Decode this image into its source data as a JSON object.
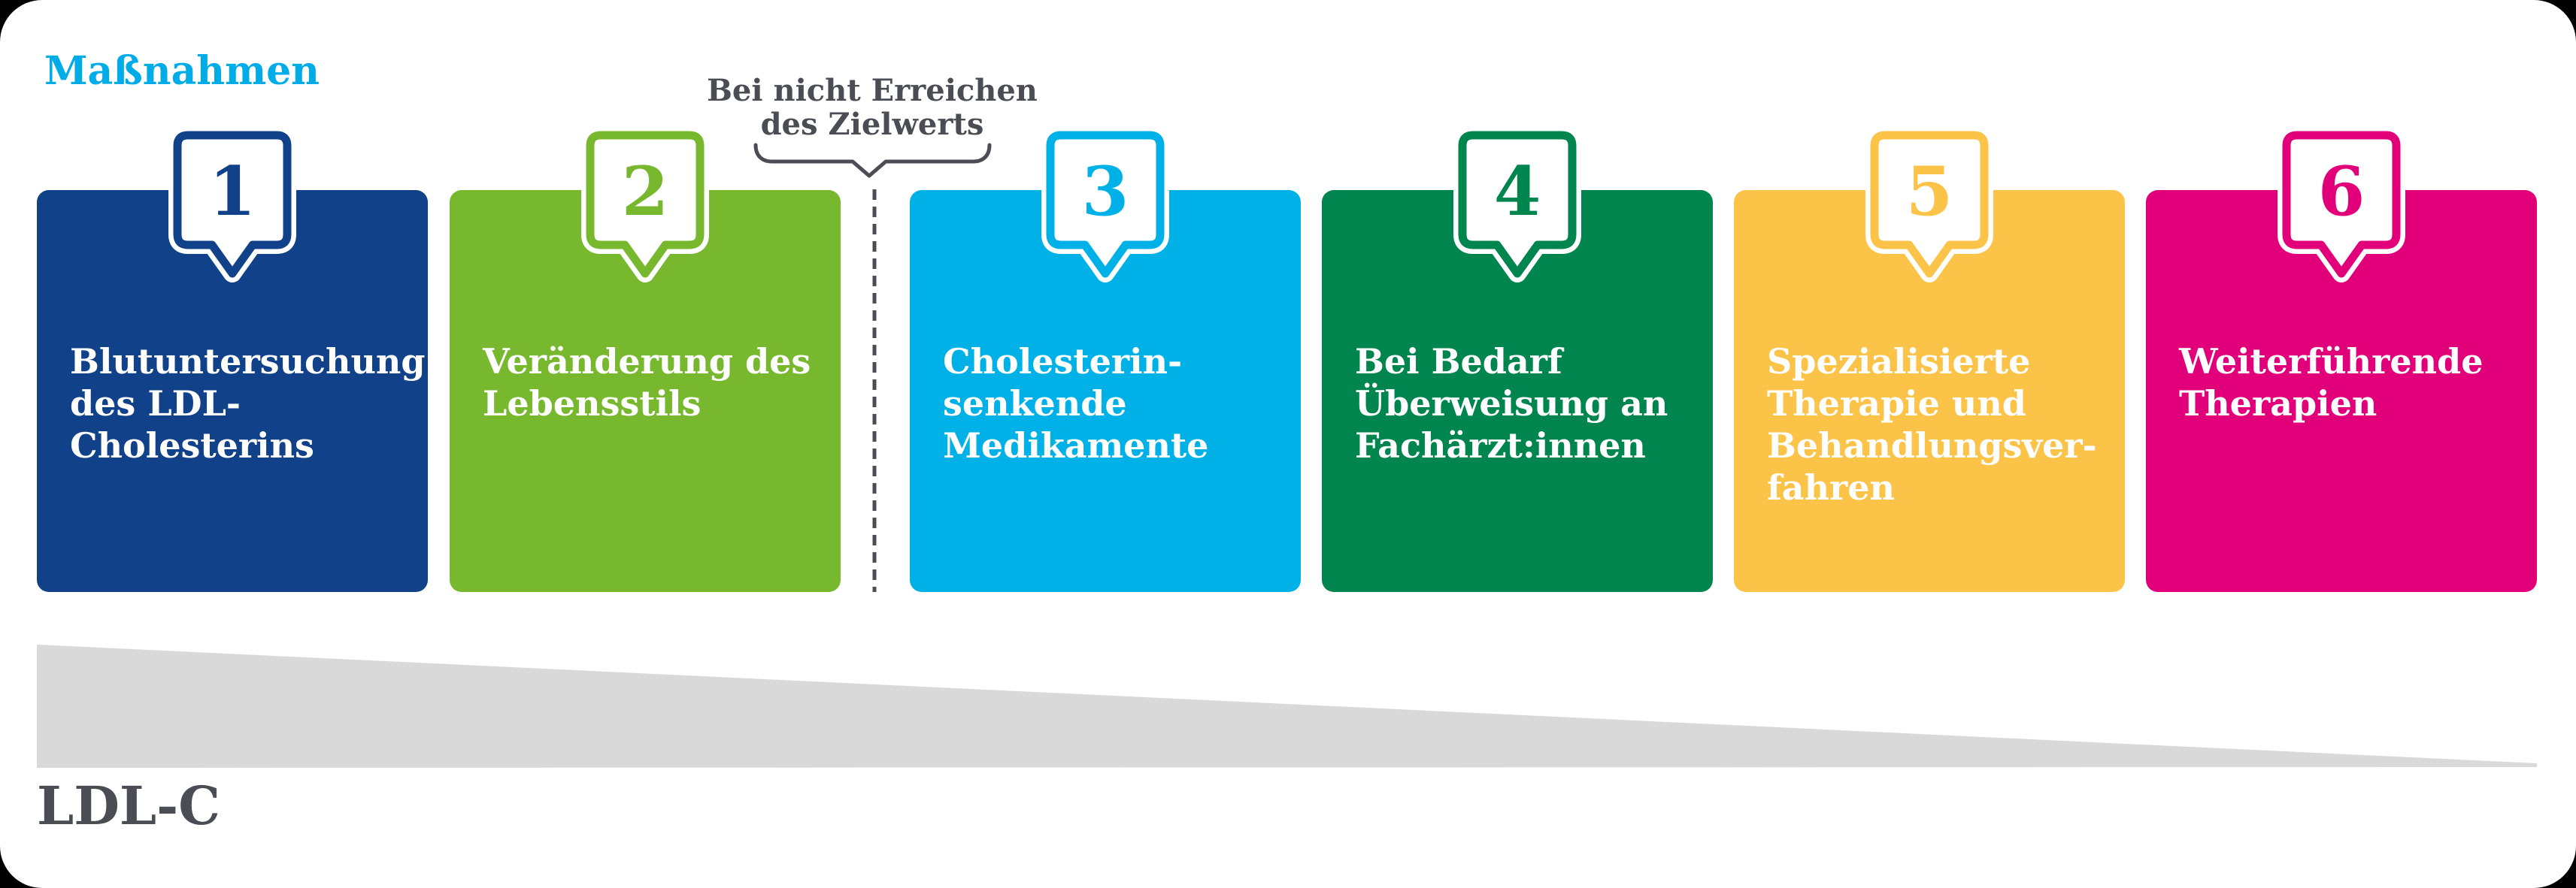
{
  "header": {
    "title": "Maßnahmen",
    "color": "#00ACE8"
  },
  "divider": {
    "label": "Bei nicht Erreichen\ndes Zielwerts",
    "color": "#4A4E54"
  },
  "steps": [
    {
      "number": "1",
      "label": "Blutuntersuchung\ndes LDL-\nCholesterins",
      "color": "#114189"
    },
    {
      "number": "2",
      "label": "Veränderung des\nLebensstils",
      "color": "#78B82F"
    },
    {
      "number": "3",
      "label": "Cholesterin-\nsenkende\nMedikamente",
      "color": "#00B1E7"
    },
    {
      "number": "4",
      "label": "Bei Bedarf\nÜberweisung an\nFachärzt:innen",
      "color": "#00854F"
    },
    {
      "number": "5",
      "label": "Spezialisierte\nTherapie und\nBehandlungsver-\nfahren",
      "color": "#FBC347"
    },
    {
      "number": "6",
      "label": "Weiterführende\nTherapien",
      "color": "#E2007A"
    }
  ],
  "axis": {
    "label": "LDL-C",
    "wedge_color": "#D9D9D9",
    "text_color": "#4A4E54"
  }
}
